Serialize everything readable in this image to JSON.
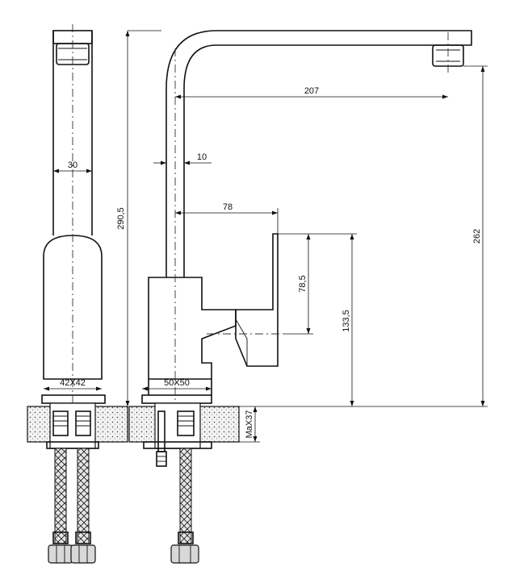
{
  "dimensions": {
    "spout_width": "30",
    "base_side": "42X42",
    "overall_height": "290,5",
    "spout_reach": "207",
    "spout_tube": "10",
    "handle_offset": "78",
    "handle_height": "78,5",
    "lever_height": "133,5",
    "outlet_height": "262",
    "body_base": "50X50",
    "max_counter": "MaX37"
  }
}
